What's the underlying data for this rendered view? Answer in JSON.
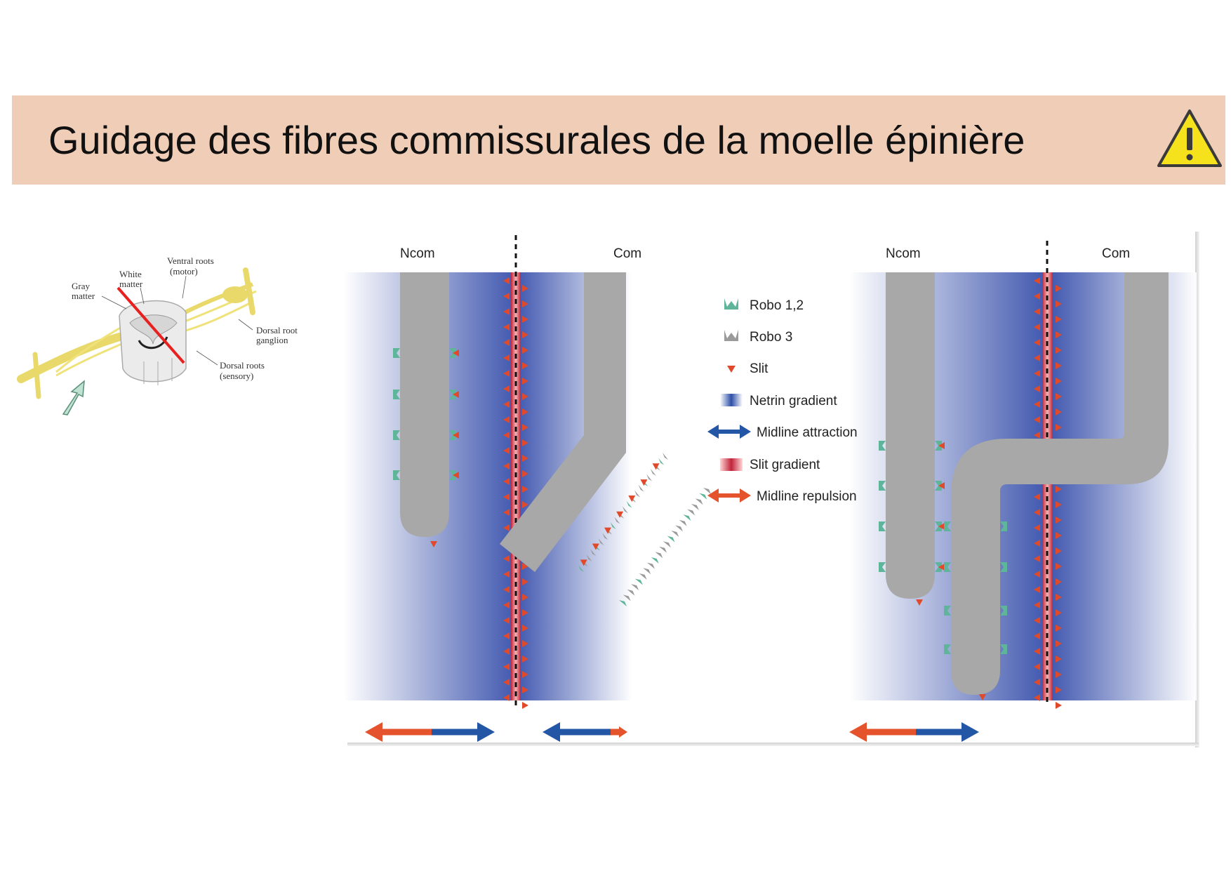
{
  "header": {
    "title": "Guidage des fibres commissurales de la moelle épinière",
    "background": "#f0cdb7",
    "warning_icon": "warning-triangle-icon"
  },
  "spinal_figure": {
    "labels": {
      "ventral_roots": "Ventral roots",
      "motor": "(motor)",
      "white": "White",
      "matter_white": "matter",
      "gray": "Gray",
      "matter_gray": "matter",
      "dorsal_root": "Dorsal root",
      "ganglion": "ganglion",
      "dorsal_roots": "Dorsal roots",
      "sensory": "(sensory)"
    }
  },
  "diagram": {
    "left_panel": {
      "label_left": "Ncom",
      "label_right": "Com"
    },
    "right_panel": {
      "label_left": "Ncom",
      "label_right": "Com"
    },
    "legend": [
      {
        "key": "robo12",
        "label": "Robo 1,2",
        "color": "#5fb59a"
      },
      {
        "key": "robo3",
        "label": "Robo 3",
        "color": "#9a9a9a"
      },
      {
        "key": "slit",
        "label": "Slit",
        "color": "#e04a2a"
      },
      {
        "key": "netrin",
        "label": "Netrin gradient",
        "color": "#2e4fa8"
      },
      {
        "key": "attraction",
        "label": "Midline attraction",
        "color": "#2456a6"
      },
      {
        "key": "slitgrad",
        "label": "Slit gradient",
        "color": "#c0243a"
      },
      {
        "key": "repulsion",
        "label": "Midline repulsion",
        "color": "#e5532c"
      }
    ],
    "colors": {
      "axon": "#a8a8a8",
      "netrin": "#3049a8",
      "slit": "#e04a2a",
      "attract": "#2456a6",
      "repulse": "#e5532c",
      "robo": "#5fb59a"
    }
  }
}
